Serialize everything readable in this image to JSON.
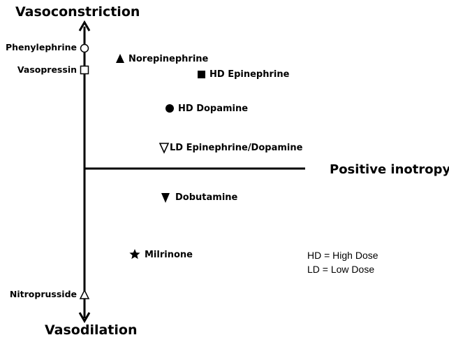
{
  "axes": {
    "top": "Vasoconstriction",
    "bottom": "Vasodilation",
    "right": "Positive inotropy"
  },
  "axis_markers": {
    "phenylephrine": "Phenylephrine",
    "vasopressin": "Vasopressin",
    "nitroprusside": "Nitroprusside"
  },
  "drugs": {
    "norepinephrine": "Norepinephrine",
    "hd_epinephrine": "HD Epinephrine",
    "hd_dopamine": "HD Dopamine",
    "ld_epi_dopa": "LD Epinephrine/Dopamine",
    "dobutamine": "Dobutamine",
    "milrinone": "Milrinone"
  },
  "legend": {
    "hd": "HD = High Dose",
    "ld": "LD = Low Dose"
  },
  "symbols": {
    "phenylephrine": "open-circle",
    "vasopressin": "open-square",
    "nitroprusside": "open-triangle-up",
    "norepinephrine": "filled-triangle-up",
    "hd_epinephrine": "filled-square",
    "hd_dopamine": "filled-circle",
    "ld_epi_dopa": "open-triangle-down",
    "dobutamine": "filled-triangle-down",
    "milrinone": "filled-star"
  }
}
